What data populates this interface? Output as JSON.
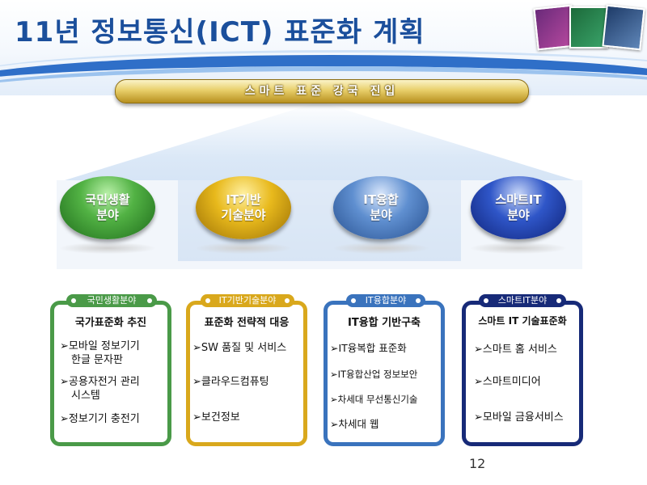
{
  "header": {
    "title": "11년 정보통신(ICT) 표준화 계획"
  },
  "banner": "스마트 표준 강국 진입",
  "orbs": [
    {
      "line1": "국민생활",
      "line2": "분야"
    },
    {
      "line1": "IT기반",
      "line2": "기술분야"
    },
    {
      "line1": "IT융합",
      "line2": "분야"
    },
    {
      "line1": "스마트IT",
      "line2": "분야"
    }
  ],
  "boxes": [
    {
      "tab": "국민생활분야",
      "title": "국가표준화 추진",
      "items": [
        "➢모바일 정보기기",
        "한글 문자판",
        "➢공용자전거 관리",
        "시스템",
        "➢정보기기 충전기"
      ]
    },
    {
      "tab": "IT기반기술분야",
      "title": "표준화 전략적 대응",
      "items": [
        "➢SW 품질 및 서비스",
        "➢클라우드컴퓨팅",
        "➢보건정보"
      ]
    },
    {
      "tab": "IT융합분야",
      "title": "IT융합 기반구축",
      "items": [
        "➢IT융복합 표준화",
        "➢IT융합산업 정보보안",
        "➢차세대 무선통신기술",
        "➢차세대 웹"
      ]
    },
    {
      "tab": "스마트IT분야",
      "title": "스마트 IT 기술표준화",
      "items": [
        "➢스마트 홈 서비스",
        "➢스마트미디어",
        "➢모바일 금융서비스"
      ]
    }
  ],
  "page_number": "12"
}
